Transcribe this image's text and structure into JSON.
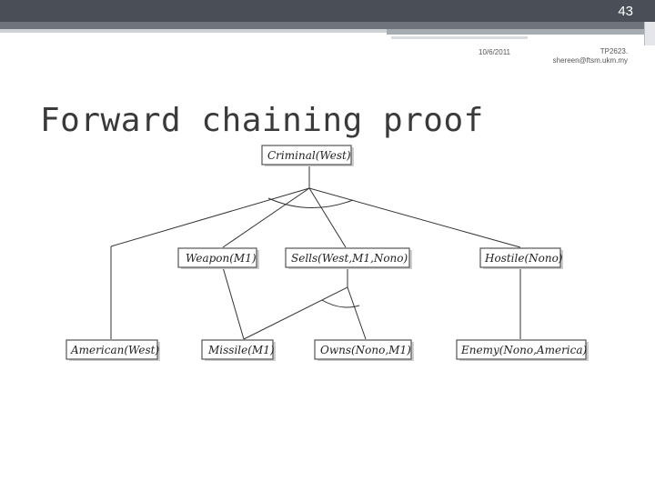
{
  "header": {
    "page_number": "43",
    "date": "10/6/2011",
    "course_code": "TP2623.",
    "email": "shereen@ftsm.ukm.my"
  },
  "slide": {
    "title": "Forward chaining proof"
  },
  "diagram": {
    "nodes": [
      {
        "id": "criminal",
        "label": "Criminal(West)"
      },
      {
        "id": "weapon",
        "label": "Weapon(M1)"
      },
      {
        "id": "sells",
        "label": "Sells(West,M1,Nono)"
      },
      {
        "id": "hostile",
        "label": "Hostile(Nono)"
      },
      {
        "id": "american",
        "label": "American(West)"
      },
      {
        "id": "missile",
        "label": "Missile(M1)"
      },
      {
        "id": "owns",
        "label": "Owns(Nono,M1)"
      },
      {
        "id": "enemy",
        "label": "Enemy(Nono,America)"
      }
    ]
  }
}
